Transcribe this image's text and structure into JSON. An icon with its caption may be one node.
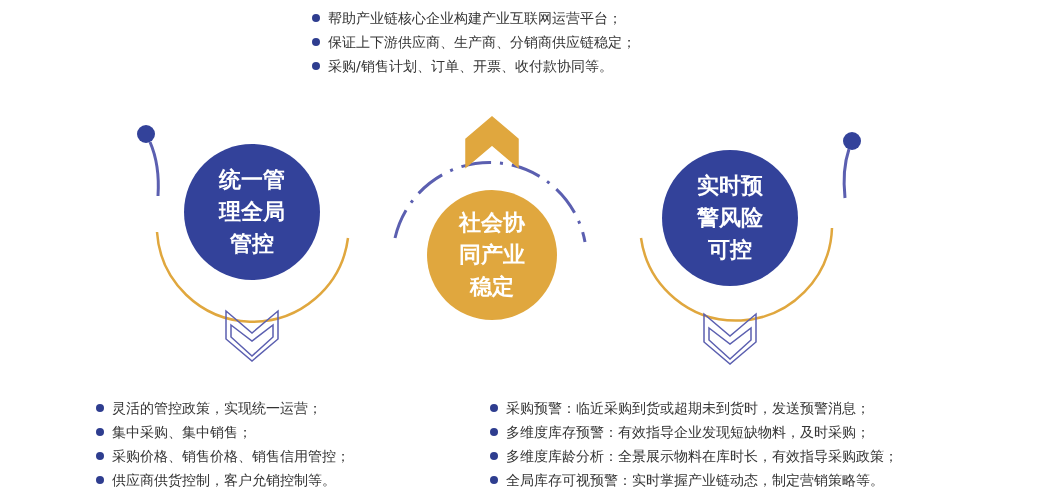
{
  "diagram": {
    "nodes": [
      {
        "text": [
          "帮助产业链核心企业构建产业互联网运营平台；",
          "保证上下游供应商、生产商、分销商供应链稳定；",
          "采购/销售计划、订单、开票、收付款协同等。"
        ]
      },
      {
        "text": [
          "统一管理全局管控"
        ]
      },
      {
        "text": [
          "社会协同产业稳定"
        ]
      },
      {
        "text": [
          "实时预警风险可控"
        ]
      },
      {
        "text": [
          "灵活的管控政策，实现统一运营；",
          "集中采购、集中销售；",
          "采购价格、销售价格、销售信用管控；",
          "供应商供货控制，客户允销控制等。"
        ]
      },
      {
        "text": [
          "采购预警：临近采购到货或超期未到货时，发送预警消息；",
          "多维度库存预警：有效指导企业发现短缺物料，及时采购；",
          "多维度库龄分析：全景展示物料在库时长，有效指导采购政策；",
          "全局库存可视预警：实时掌握产业链动态，制定营销策略等。"
        ]
      }
    ],
    "edges": [
      {
        "from": 2,
        "to": 0,
        "arrow": "to",
        "color": "#e0a73e"
      },
      {
        "from": 1,
        "to": 4,
        "arrow": "to"
      },
      {
        "from": 3,
        "to": 5,
        "arrow": "to"
      }
    ]
  }
}
